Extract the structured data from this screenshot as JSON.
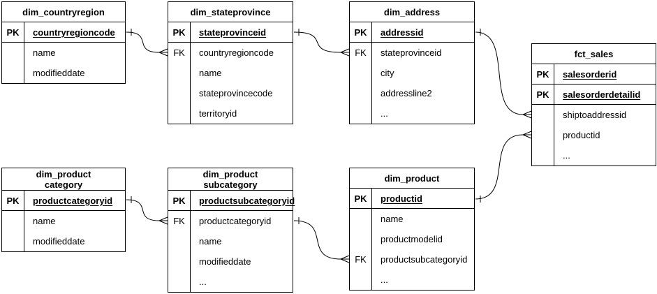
{
  "diagram": {
    "colors": {
      "line": "#000000",
      "background": "#ffffff",
      "text": "#000000"
    },
    "tables": {
      "countryregion": {
        "title": "dim_countryregion",
        "rows": [
          {
            "key": "PK",
            "label": "countryregioncode"
          },
          {
            "key": "",
            "label": "name"
          },
          {
            "key": "",
            "label": "modifieddate"
          }
        ]
      },
      "stateprovince": {
        "title": "dim_stateprovince",
        "rows": [
          {
            "key": "PK",
            "label": "stateprovinceid"
          },
          {
            "key": "FK",
            "label": "countryregioncode"
          },
          {
            "key": "",
            "label": "name"
          },
          {
            "key": "",
            "label": "stateprovincecode"
          },
          {
            "key": "",
            "label": "territoryid"
          }
        ]
      },
      "address": {
        "title": "dim_address",
        "rows": [
          {
            "key": "PK",
            "label": "addressid"
          },
          {
            "key": "FK",
            "label": "stateprovinceid"
          },
          {
            "key": "",
            "label": "city"
          },
          {
            "key": "",
            "label": "addressline2"
          },
          {
            "key": "",
            "label": "..."
          }
        ]
      },
      "fct_sales": {
        "title": "fct_sales",
        "rows": [
          {
            "key": "PK",
            "label": "salesorderid"
          },
          {
            "key": "PK",
            "label": "salesorderdetailid"
          },
          {
            "key": "",
            "label": "shiptoaddressid"
          },
          {
            "key": "",
            "label": "productid"
          },
          {
            "key": "",
            "label": "..."
          }
        ]
      },
      "product_category": {
        "title": "dim_product",
        "title2": "category",
        "rows": [
          {
            "key": "PK",
            "label": "productcategoryid"
          },
          {
            "key": "",
            "label": "name"
          },
          {
            "key": "",
            "label": "modifieddate"
          }
        ]
      },
      "product_subcategory": {
        "title": "dim_product",
        "title2": "subcategory",
        "rows": [
          {
            "key": "PK",
            "label": "productsubcategoryid"
          },
          {
            "key": "FK",
            "label": "productcategoryid"
          },
          {
            "key": "",
            "label": "name"
          },
          {
            "key": "",
            "label": "modifieddate"
          },
          {
            "key": "",
            "label": "..."
          }
        ]
      },
      "product": {
        "title": "dim_product",
        "rows": [
          {
            "key": "PK",
            "label": "productid"
          },
          {
            "key": "",
            "label": "name"
          },
          {
            "key": "",
            "label": "productmodelid"
          },
          {
            "key": "FK",
            "label": "productsubcategoryid"
          },
          {
            "key": "",
            "label": "..."
          }
        ]
      }
    },
    "relationships": [
      {
        "from": "dim_countryregion.countryregioncode",
        "to": "dim_stateprovince.countryregioncode",
        "cardinality": "one-to-many"
      },
      {
        "from": "dim_stateprovince.stateprovinceid",
        "to": "dim_address.stateprovinceid",
        "cardinality": "one-to-many"
      },
      {
        "from": "dim_address.addressid",
        "to": "fct_sales.shiptoaddressid",
        "cardinality": "one-to-many"
      },
      {
        "from": "dim_product.productid",
        "to": "fct_sales.productid",
        "cardinality": "one-to-many"
      },
      {
        "from": "dim_product_category.productcategoryid",
        "to": "dim_product_subcategory.productcategoryid",
        "cardinality": "one-to-many"
      },
      {
        "from": "dim_product_subcategory.productsubcategoryid",
        "to": "dim_product.productsubcategoryid",
        "cardinality": "one-to-many"
      }
    ]
  }
}
